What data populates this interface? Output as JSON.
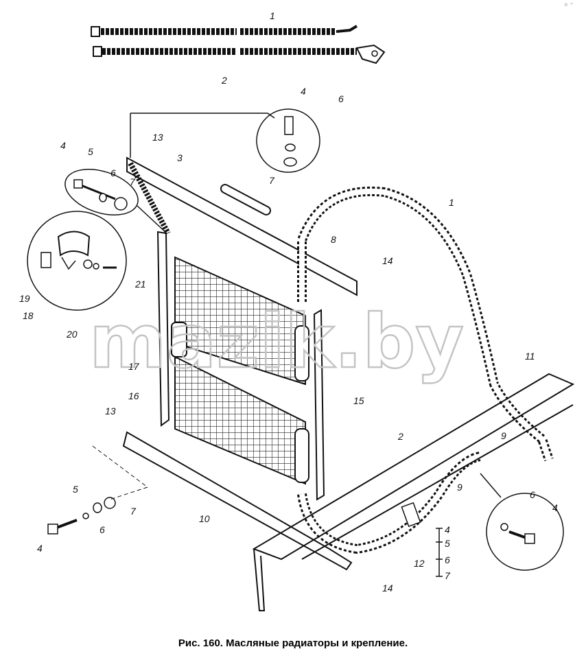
{
  "figure": {
    "caption": "Рис. 160. Масляные радиаторы и крепление.",
    "watermark": "mazik.by",
    "corner_mark": "© ™"
  },
  "callouts": [
    {
      "id": "c-1-top",
      "text": "1"
    },
    {
      "id": "c-2-top",
      "text": "2"
    },
    {
      "id": "c-4-detail-top",
      "text": "4"
    },
    {
      "id": "c-6-detail-top",
      "text": "6"
    },
    {
      "id": "c-7-detail-top",
      "text": "7"
    },
    {
      "id": "c-13-top",
      "text": "13"
    },
    {
      "id": "c-3",
      "text": "3"
    },
    {
      "id": "c-4-left",
      "text": "4"
    },
    {
      "id": "c-5-left",
      "text": "5"
    },
    {
      "id": "c-6-left",
      "text": "6"
    },
    {
      "id": "c-7-left",
      "text": "7"
    },
    {
      "id": "c-1-hose",
      "text": "1"
    },
    {
      "id": "c-8",
      "text": "8"
    },
    {
      "id": "c-14-top",
      "text": "14"
    },
    {
      "id": "c-21",
      "text": "21"
    },
    {
      "id": "c-19",
      "text": "19"
    },
    {
      "id": "c-18",
      "text": "18"
    },
    {
      "id": "c-20",
      "text": "20"
    },
    {
      "id": "c-17",
      "text": "17"
    },
    {
      "id": "c-16",
      "text": "16"
    },
    {
      "id": "c-15",
      "text": "15"
    },
    {
      "id": "c-11",
      "text": "11"
    },
    {
      "id": "c-13-bottom",
      "text": "13"
    },
    {
      "id": "c-9-right",
      "text": "9"
    },
    {
      "id": "c-2-hose",
      "text": "2"
    },
    {
      "id": "c-9-lower",
      "text": "9"
    },
    {
      "id": "c-5-bottom",
      "text": "5"
    },
    {
      "id": "c-7-bottom",
      "text": "7"
    },
    {
      "id": "c-6-bottom",
      "text": "6"
    },
    {
      "id": "c-4-bottom",
      "text": "4"
    },
    {
      "id": "c-10",
      "text": "10"
    },
    {
      "id": "c-6-detail-right",
      "text": "6"
    },
    {
      "id": "c-4-detail-right",
      "text": "4"
    },
    {
      "id": "c-12",
      "text": "12"
    },
    {
      "id": "c-4-group",
      "text": "4"
    },
    {
      "id": "c-5-group",
      "text": "5"
    },
    {
      "id": "c-6-group",
      "text": "6"
    },
    {
      "id": "c-7-group",
      "text": "7"
    },
    {
      "id": "c-14-bottom",
      "text": "14"
    }
  ]
}
